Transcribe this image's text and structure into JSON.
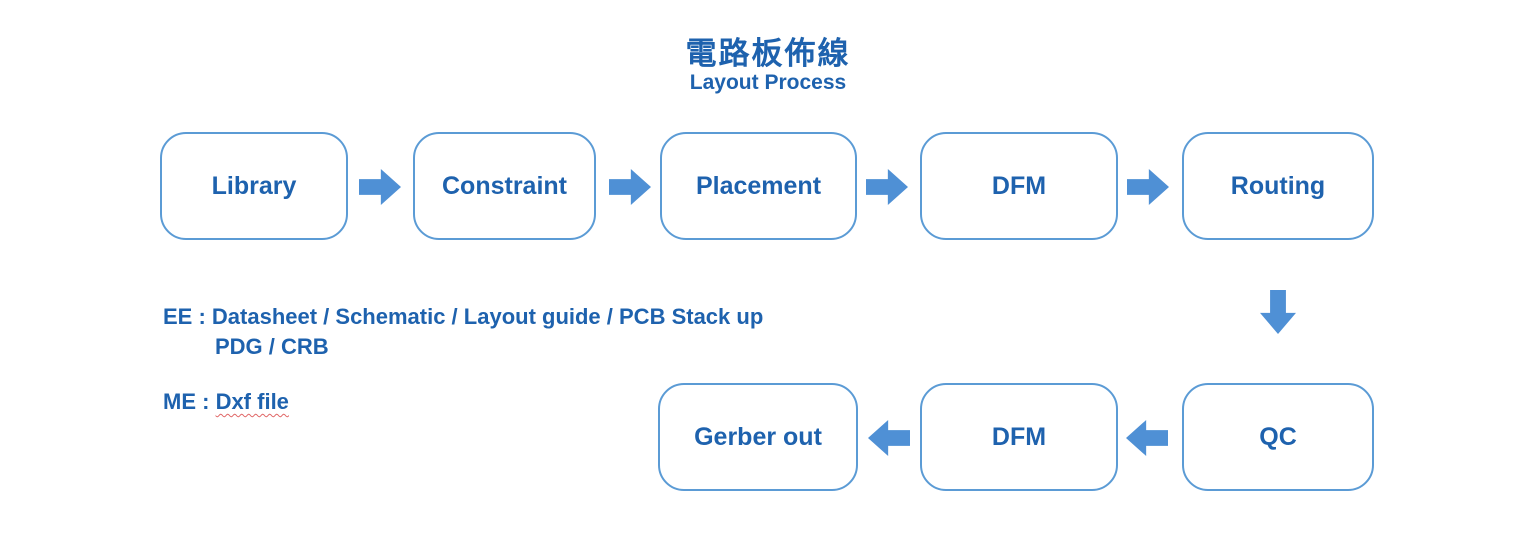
{
  "header": {
    "title": "電路板佈線",
    "subtitle": "Layout Process"
  },
  "flow": {
    "top_row": [
      "Library",
      "Constraint",
      "Placement",
      "DFM",
      "Routing"
    ],
    "bottom_row": [
      "Gerber out",
      "DFM",
      "QC"
    ]
  },
  "notes": {
    "ee_line1": "EE : Datasheet / Schematic / Layout guide / PCB Stack up",
    "ee_line2": "PDG / CRB",
    "me_prefix": "ME : ",
    "me_value": "Dxf file"
  },
  "colors": {
    "text_blue": "#1e62ae",
    "border_blue": "#5b9bd5",
    "arrow_blue": "#4f90d5",
    "squiggle_red": "#e06666"
  }
}
